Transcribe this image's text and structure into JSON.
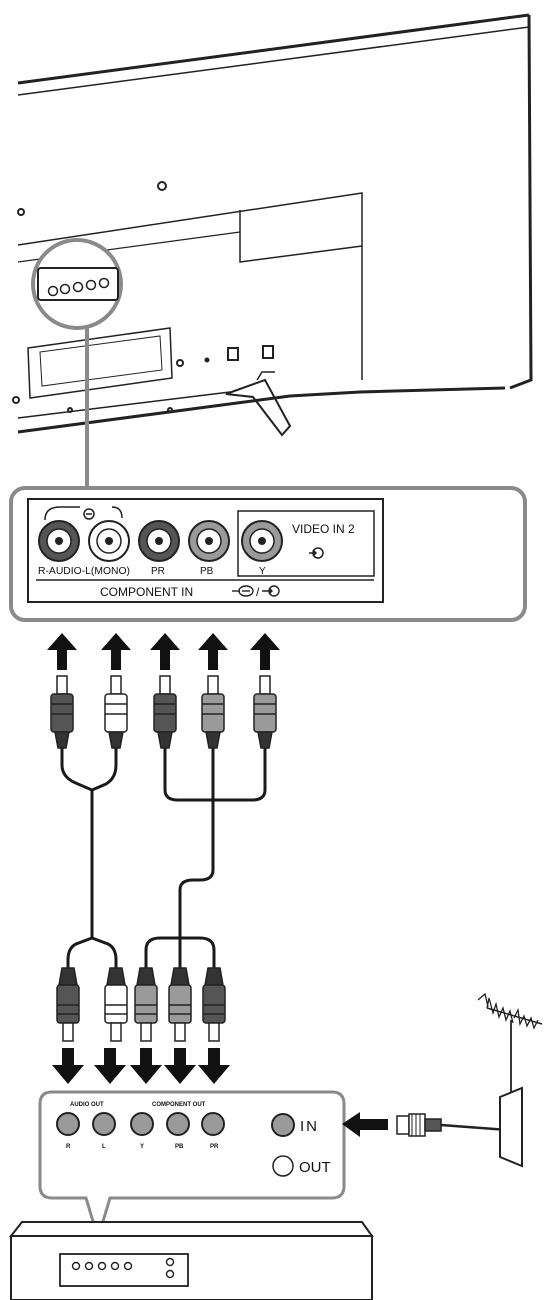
{
  "diagram": {
    "tv_panel": {
      "jacks": [
        {
          "id": "r",
          "tone": "dark"
        },
        {
          "id": "l",
          "tone": "white"
        },
        {
          "id": "pr",
          "tone": "dark"
        },
        {
          "id": "pb",
          "tone": "mid"
        },
        {
          "id": "y",
          "tone": "mid"
        }
      ],
      "labels": {
        "audio": "R-AUDIO-L(MONO)",
        "pr": "PR",
        "pb": "PB",
        "y": "Y",
        "video_in": "VIDEO IN 2",
        "component_in": "COMPONENT IN"
      },
      "icons": [
        "audio-input-icon",
        "video-input-icon",
        "component-input-icon",
        "input-arrow-icon"
      ]
    },
    "device_panel": {
      "labels": {
        "audio_out": "AUDIO OUT",
        "component_out": "COMPONENT OUT",
        "r": "R",
        "l": "L",
        "y": "Y",
        "pb": "PB",
        "pr": "PR",
        "in": "IN",
        "out": "OUT"
      }
    },
    "colors": {
      "line": "#1a1a1a",
      "dark_jack": "#555555",
      "mid_jack": "#9a9a9a",
      "panel_bg": "#ffffff"
    }
  }
}
